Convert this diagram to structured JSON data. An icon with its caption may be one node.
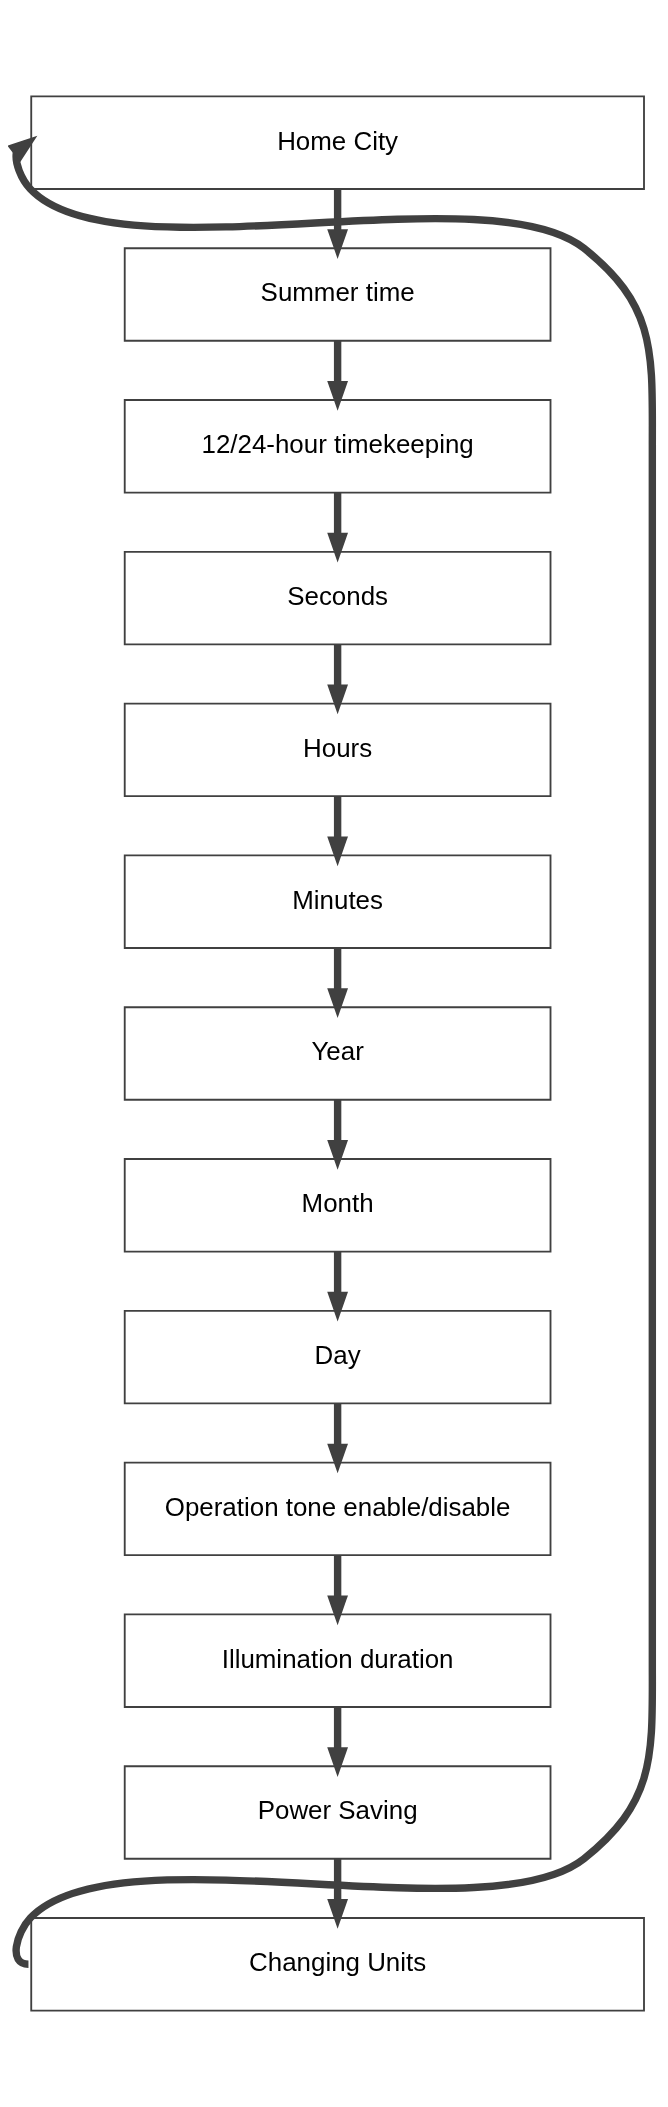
{
  "diagram": {
    "nodes": [
      {
        "text": [
          "Home City"
        ]
      },
      {
        "text": [
          "Summer time"
        ]
      },
      {
        "text": [
          "12/24-hour timekeeping"
        ]
      },
      {
        "text": [
          "Seconds"
        ]
      },
      {
        "text": [
          "Hours"
        ]
      },
      {
        "text": [
          "Minutes"
        ]
      },
      {
        "text": [
          "Year"
        ]
      },
      {
        "text": [
          "Month"
        ]
      },
      {
        "text": [
          "Day"
        ]
      },
      {
        "text": [
          "Operation tone enable/disable"
        ]
      },
      {
        "text": [
          "Illumination duration"
        ]
      },
      {
        "text": [
          "Power Saving"
        ]
      },
      {
        "text": [
          "Changing Units"
        ]
      }
    ],
    "edges": [
      {
        "from": 0,
        "to": 1,
        "arrow": "to"
      },
      {
        "from": 1,
        "to": 2,
        "arrow": "to"
      },
      {
        "from": 2,
        "to": 3,
        "arrow": "to"
      },
      {
        "from": 3,
        "to": 4,
        "arrow": "to"
      },
      {
        "from": 4,
        "to": 5,
        "arrow": "to"
      },
      {
        "from": 5,
        "to": 6,
        "arrow": "to"
      },
      {
        "from": 6,
        "to": 7,
        "arrow": "to"
      },
      {
        "from": 7,
        "to": 8,
        "arrow": "to"
      },
      {
        "from": 8,
        "to": 9,
        "arrow": "to"
      },
      {
        "from": 9,
        "to": 10,
        "arrow": "to"
      },
      {
        "from": 10,
        "to": 11,
        "arrow": "to"
      },
      {
        "from": 11,
        "to": 12,
        "arrow": "to"
      },
      {
        "from": 12,
        "to": 0,
        "arrow": "to"
      }
    ]
  }
}
